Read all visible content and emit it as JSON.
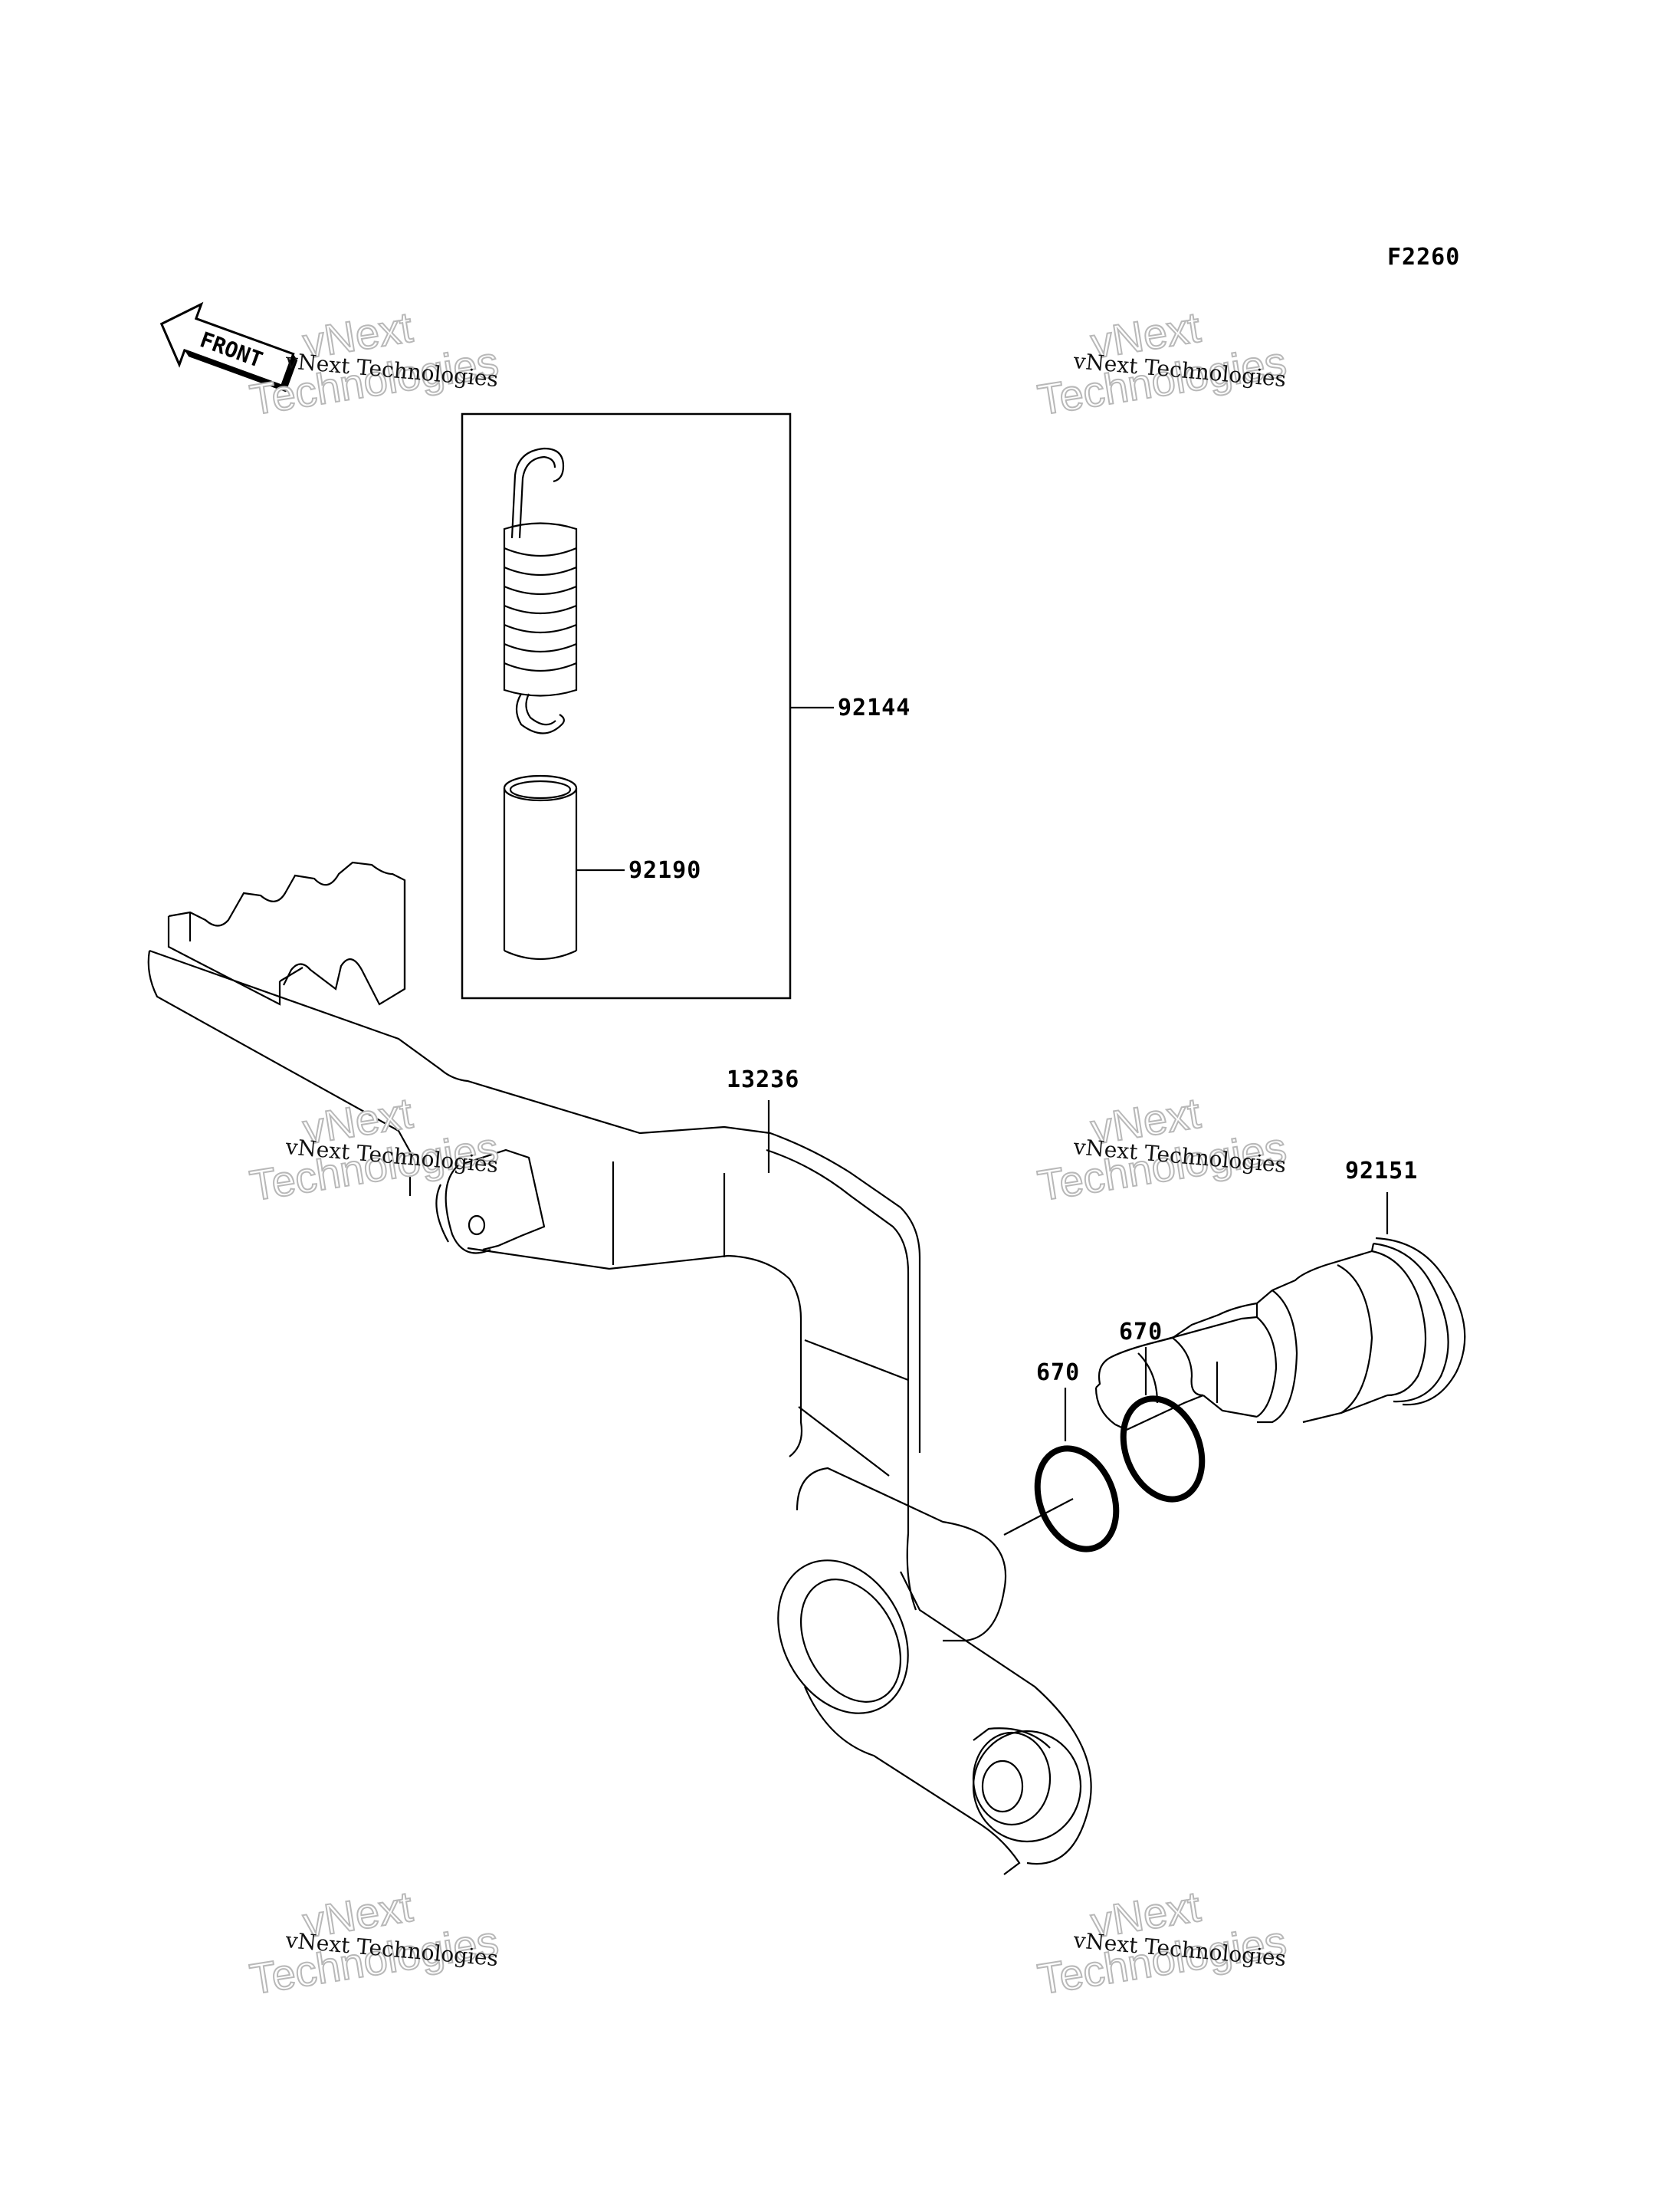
{
  "figure_code": "F2260",
  "front_arrow_label": "FRONT",
  "watermark": {
    "line_small": "vNext Technologies",
    "line_big_1": "vNext",
    "line_big_2": "Technologies"
  },
  "part_labels": {
    "spring_kit": "92144",
    "collar": "92190",
    "brake_pedal": "13236",
    "shaft": "92151",
    "o_ring_1": "670",
    "o_ring_2": "670"
  }
}
